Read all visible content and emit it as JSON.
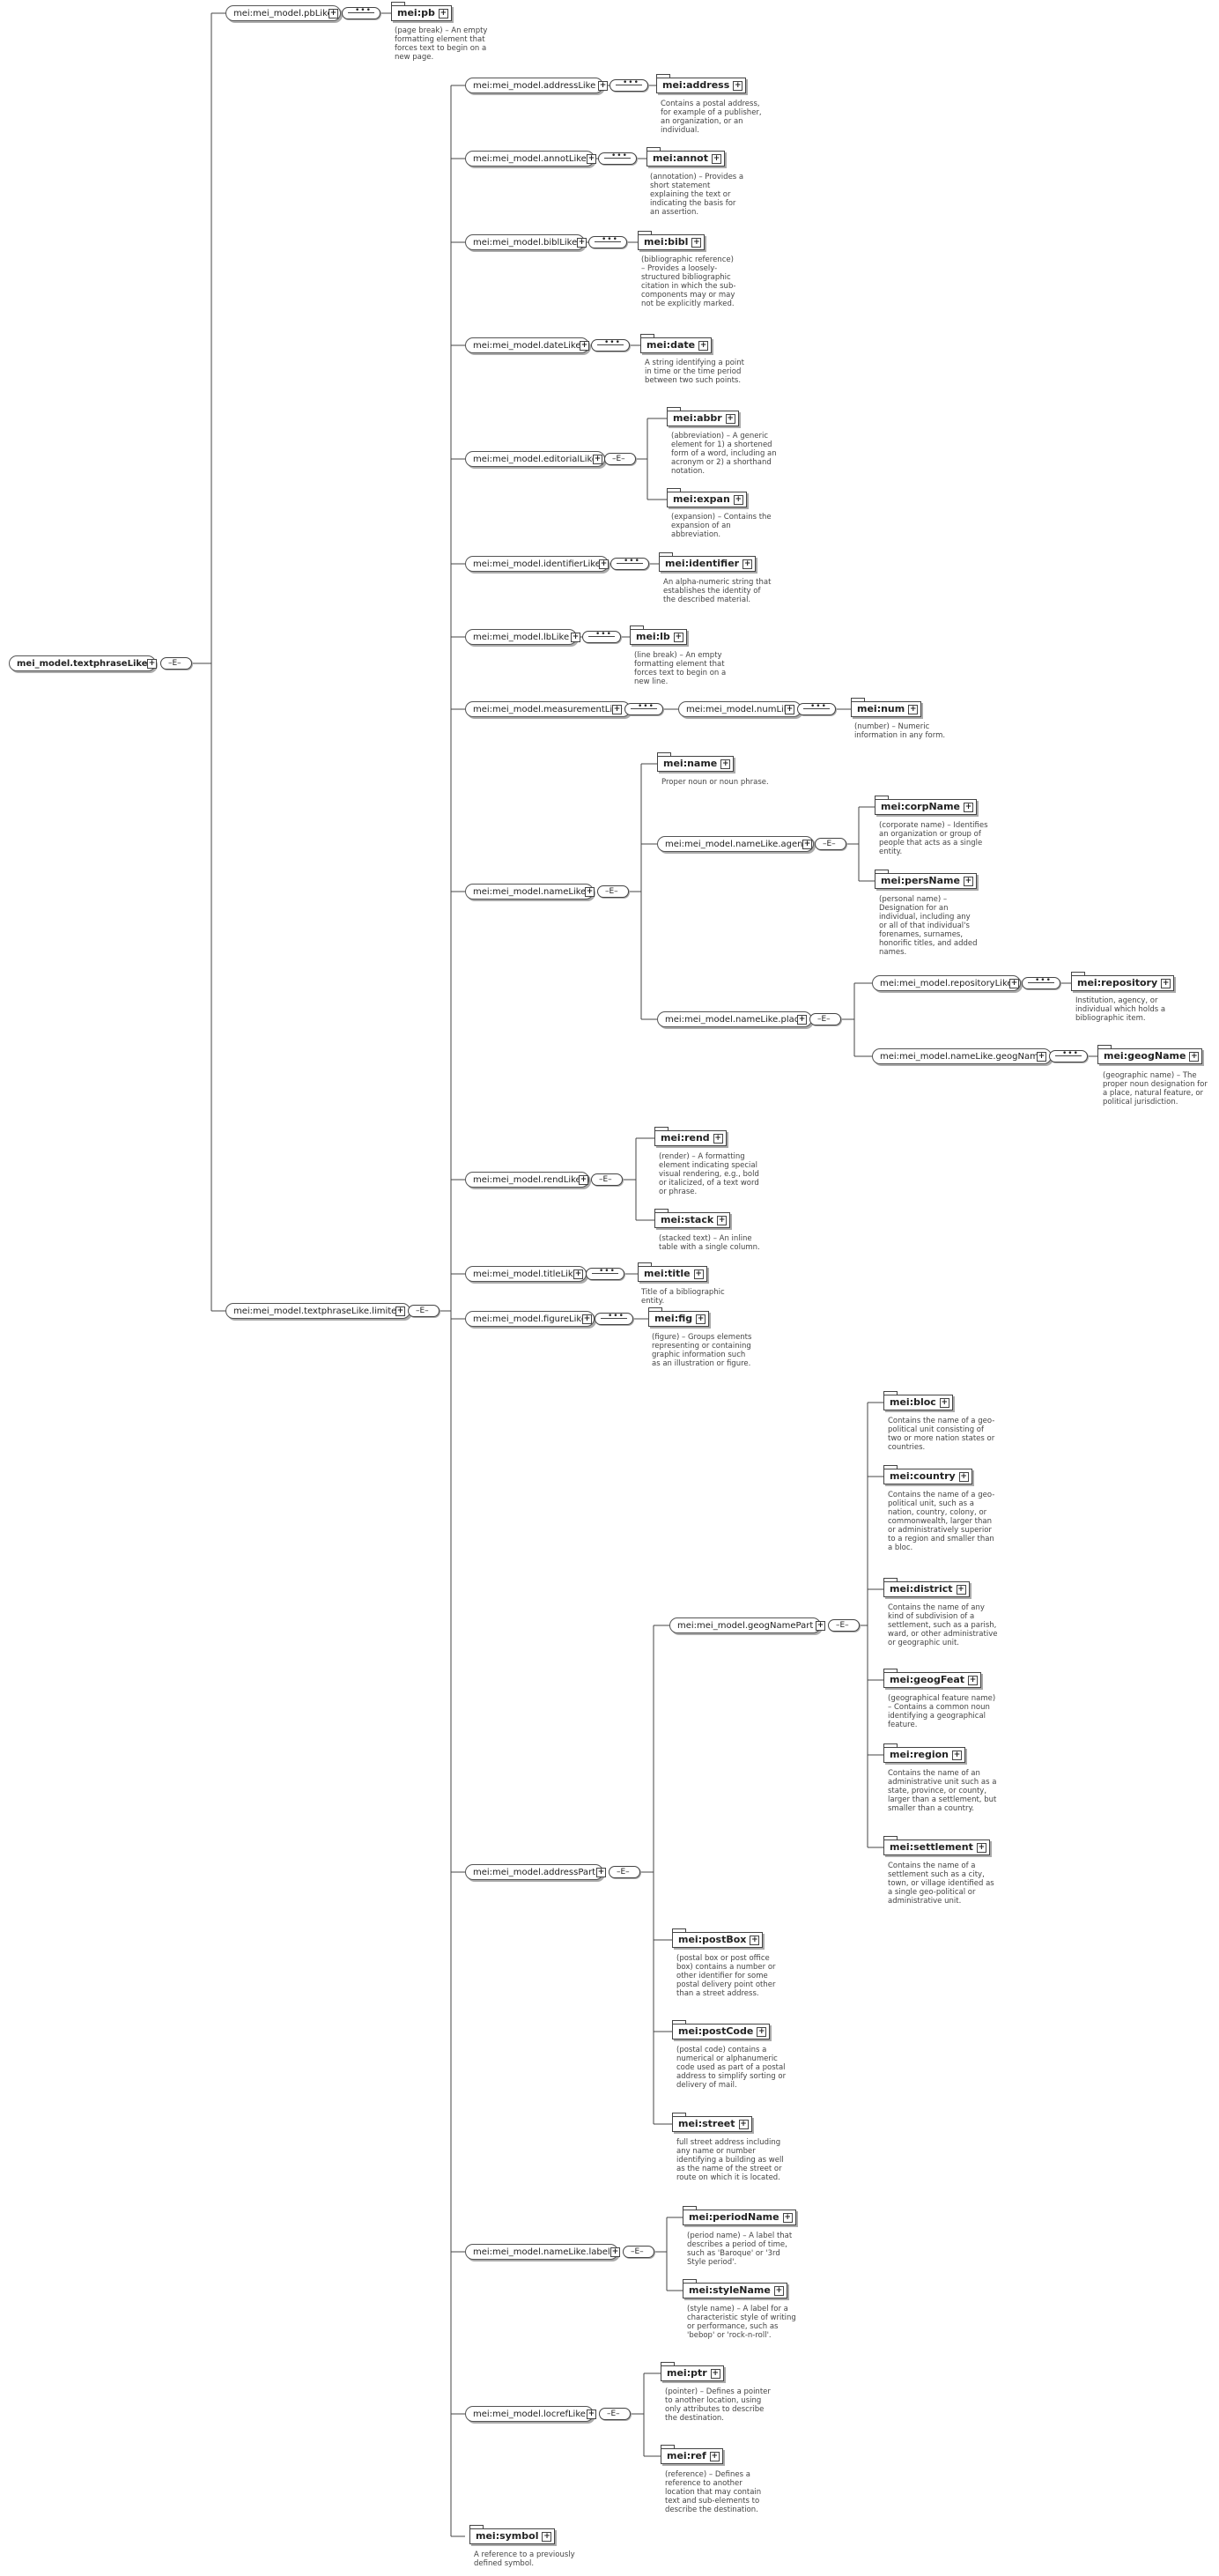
{
  "root": "mei_model.textphraseLike",
  "groups": {
    "pbLike": "mei:mei_model.pbLike",
    "limited": "mei:mei_model.textphraseLike.limited",
    "addressLike": "mei:mei_model.addressLike",
    "annotLike": "mei:mei_model.annotLike",
    "biblLike": "mei:mei_model.biblLike",
    "dateLike": "mei:mei_model.dateLike",
    "editorialLike": "mei:mei_model.editorialLike",
    "identifierLike": "mei:mei_model.identifierLike",
    "lbLike": "mei:mei_model.lbLike",
    "measurementLike": "mei:mei_model.measurementLike",
    "numLike": "mei:mei_model.numLike",
    "nameLike": "mei:mei_model.nameLike",
    "nameLikeAgent": "mei:mei_model.nameLike.agent",
    "nameLikePlace": "mei:mei_model.nameLike.place",
    "repositoryLike": "mei:mei_model.repositoryLike",
    "nameLikeGeogName": "mei:mei_model.nameLike.geogName",
    "rendLike": "mei:mei_model.rendLike",
    "titleLike": "mei:mei_model.titleLike",
    "figureLike": "mei:mei_model.figureLike",
    "addressPart": "mei:mei_model.addressPart",
    "geogNamePart": "mei:mei_model.geogNamePart",
    "nameLikeLabel": "mei:mei_model.nameLike.label",
    "locrefLike": "mei:mei_model.locrefLike"
  },
  "elements": {
    "pb": {
      "name": "mei:pb",
      "doc": "(page break) – An empty formatting element that forces text to begin on a new page."
    },
    "address": {
      "name": "mei:address",
      "doc": "Contains a postal address, for example of a publisher, an organization, or an individual."
    },
    "annot": {
      "name": "mei:annot",
      "doc": "(annotation) – Provides a short statement explaining the text or indicating the basis for an assertion."
    },
    "bibl": {
      "name": "mei:bibl",
      "doc": "(bibliographic reference) – Provides a loosely-structured bibliographic citation in which the sub-components may or may not be explicitly marked."
    },
    "date": {
      "name": "mei:date",
      "doc": "A string identifying a point in time or the time period between two such points."
    },
    "abbr": {
      "name": "mei:abbr",
      "doc": "(abbreviation) – A generic element for 1) a shortened form of a word, including an acronym or 2) a shorthand notation."
    },
    "expan": {
      "name": "mei:expan",
      "doc": "(expansion) – Contains the expansion of an abbreviation."
    },
    "identifier": {
      "name": "mei:identifier",
      "doc": "An alpha-numeric string that establishes the identity of the described material."
    },
    "lb": {
      "name": "mei:lb",
      "doc": "(line break) – An empty formatting element that forces text to begin on a new line."
    },
    "num": {
      "name": "mei:num",
      "doc": "(number) – Numeric information in any form."
    },
    "name": {
      "name": "mei:name",
      "doc": "Proper noun or noun phrase."
    },
    "corpName": {
      "name": "mei:corpName",
      "doc": "(corporate name) – Identifies an organization or group of people that acts as a single entity."
    },
    "persName": {
      "name": "mei:persName",
      "doc": "(personal name) – Designation for an individual, including any or all of that individual's forenames, surnames, honorific titles, and added names."
    },
    "repository": {
      "name": "mei:repository",
      "doc": "Institution, agency, or individual which holds a bibliographic item."
    },
    "geogName": {
      "name": "mei:geogName",
      "doc": "(geographic name) – The proper noun designation for a place, natural feature, or political jurisdiction."
    },
    "rend": {
      "name": "mei:rend",
      "doc": "(render) – A formatting element indicating special visual rendering, e.g., bold or italicized, of a text word or phrase."
    },
    "stack": {
      "name": "mei:stack",
      "doc": "(stacked text) – An inline table with a single column."
    },
    "title": {
      "name": "mei:title",
      "doc": "Title of a bibliographic entity."
    },
    "fig": {
      "name": "mei:fig",
      "doc": "(figure) – Groups elements representing or containing graphic information such as an illustration or figure."
    },
    "bloc": {
      "name": "mei:bloc",
      "doc": "Contains the name of a geo-political unit consisting of two or more nation states or countries."
    },
    "country": {
      "name": "mei:country",
      "doc": "Contains the name of a geo-political unit, such as a nation, country, colony, or commonwealth, larger than or administratively superior to a region and smaller than a bloc."
    },
    "district": {
      "name": "mei:district",
      "doc": "Contains the name of any kind of subdivision of a settlement, such as a parish, ward, or other administrative or geographic unit."
    },
    "geogFeat": {
      "name": "mei:geogFeat",
      "doc": "(geographical feature name) – Contains a common noun identifying a geographical feature."
    },
    "region": {
      "name": "mei:region",
      "doc": "Contains the name of an administrative unit such as a state, province, or county, larger than a settlement, but smaller than a country."
    },
    "settlement": {
      "name": "mei:settlement",
      "doc": "Contains the name of a settlement such as a city, town, or village identified as a single geo-political or administrative unit."
    },
    "postBox": {
      "name": "mei:postBox",
      "doc": "(postal box or post office box) contains a number or other identifier for some postal delivery point other than a street address."
    },
    "postCode": {
      "name": "mei:postCode",
      "doc": "(postal code) contains a numerical or alphanumeric code used as part of a postal address to simplify sorting or delivery of mail."
    },
    "street": {
      "name": "mei:street",
      "doc": "full street address including any name or number identifying a building as well as the name of the street or route on which it is located."
    },
    "periodName": {
      "name": "mei:periodName",
      "doc": "(period name) – A label that describes a period of time, such as 'Baroque' or '3rd Style period'."
    },
    "styleName": {
      "name": "mei:styleName",
      "doc": "(style name) – A label for a characteristic style of writing or performance, such as 'bebop' or 'rock-n-roll'."
    },
    "ptr": {
      "name": "mei:ptr",
      "doc": "(pointer) – Defines a pointer to another location, using only attributes to describe the destination."
    },
    "ref": {
      "name": "mei:ref",
      "doc": "(reference) – Defines a reference to another location that may contain text and sub-elements to describe the destination."
    },
    "symbol": {
      "name": "mei:symbol",
      "doc": "A reference to a previously defined symbol."
    }
  },
  "icons": {
    "plus": "+",
    "expand-icon": "plus-box",
    "sequence-icon": "sequence-compositor",
    "choice-icon": "choice-compositor"
  }
}
